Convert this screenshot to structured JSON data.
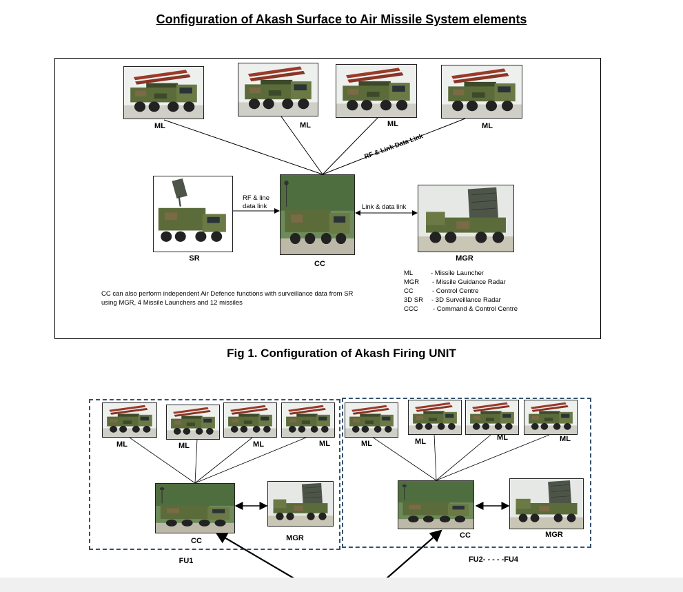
{
  "document": {
    "title": "Configuration of Akash Surface to Air Missile System elements",
    "figure1_caption": "Fig 1. Configuration of Akash Firing UNIT"
  },
  "figure1": {
    "launcher_labels": [
      "ML",
      "ML",
      "ML",
      "ML"
    ],
    "sr_label": "SR",
    "cc_label": "CC",
    "mgr_label": "MGR",
    "rf_link_label": "RF & Link Data Link",
    "rf_line_label_1": "RF & line",
    "rf_line_label_2": "data link",
    "link_data_label": "Link & data link",
    "note_line_1": "CC can also perform independent Air Defence functions with surveillance data from SR",
    "note_line_2": "using MGR, 4 Missile Launchers and 12 missiles",
    "legend": [
      {
        "abbr": "ML",
        "desc": "- Missile Launcher"
      },
      {
        "abbr": "MGR",
        "desc": "- Missile Guidance Radar"
      },
      {
        "abbr": "CC",
        "desc": "-  Control Centre"
      },
      {
        "abbr": "3D SR",
        "desc": "-  3D Surveillance Radar"
      },
      {
        "abbr": "CCC",
        "desc": "- Command & Control Centre"
      }
    ]
  },
  "figure2": {
    "fu1": {
      "launchers": [
        "ML",
        "ML",
        "ML",
        "ML"
      ],
      "cc": "CC",
      "mgr": "MGR",
      "label": "FU1"
    },
    "fu2": {
      "launchers": [
        "ML",
        "ML",
        "ML",
        "ML"
      ],
      "cc": "CC",
      "mgr": "MGR",
      "label": "FU2- - - - -FU4"
    }
  },
  "colors": {
    "camo_green": "#5b6b3a",
    "camo_brown": "#7a6a45",
    "sky": "#e8ecef",
    "dash_border": "#35506e"
  }
}
